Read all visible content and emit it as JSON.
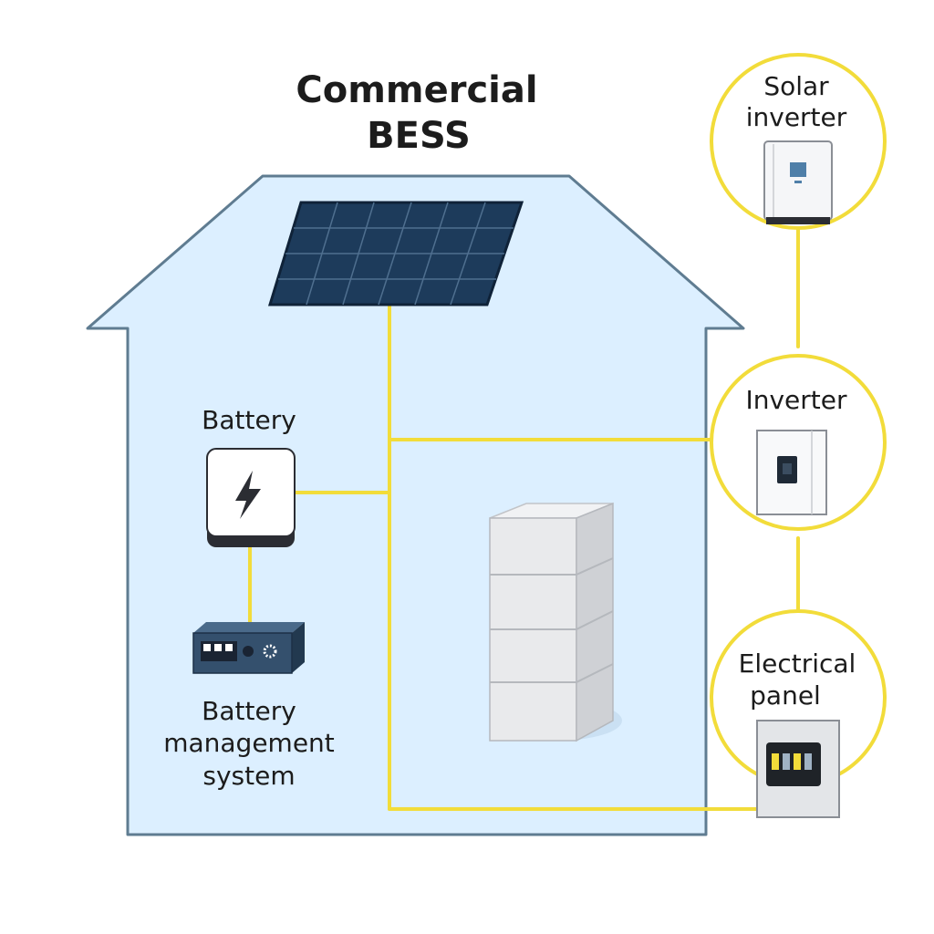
{
  "title": {
    "line1": "Commercial",
    "line2": "BESS"
  },
  "components": {
    "battery": {
      "label": "Battery",
      "icon": "lightning-bolt-icon"
    },
    "bms": {
      "label_lines": [
        "Battery",
        "management",
        "system"
      ]
    },
    "solar_panel": {
      "icon": "solar-panel-icon"
    },
    "battery_stack": {
      "icon": "battery-stack-icon"
    }
  },
  "callouts": {
    "solar_inverter": {
      "label_lines": [
        "Solar",
        "inverter"
      ]
    },
    "inverter": {
      "label_lines": [
        "Inverter"
      ]
    },
    "electrical_panel": {
      "label_lines": [
        "Electrical",
        "panel"
      ]
    }
  },
  "colors": {
    "house_fill": "#dcefff",
    "house_stroke": "#5f7c91",
    "wire": "#f2dc3a",
    "callout_ring": "#f2dc3a",
    "panel_blue": "#1d3b5b",
    "bms_blue": "#34506d"
  }
}
